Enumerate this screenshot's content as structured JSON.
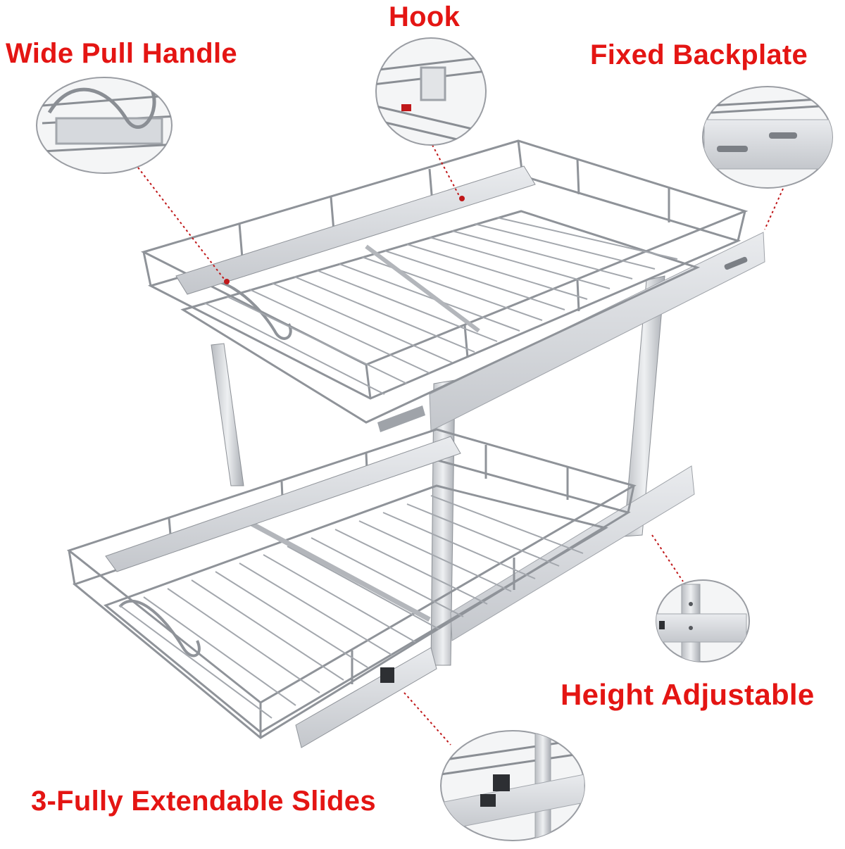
{
  "labels": {
    "hook": "Hook",
    "wide_pull_handle": "Wide Pull Handle",
    "fixed_backplate": "Fixed Backplate",
    "height_adjustable": "Height Adjustable",
    "fully_extendable_slides": "3-Fully Extendable Slides"
  },
  "colors": {
    "label_red": "#e41513",
    "chrome_wire": "#9a9da3",
    "frame_silver": "#cfd2d6",
    "pointer_red": "#c0181a"
  }
}
